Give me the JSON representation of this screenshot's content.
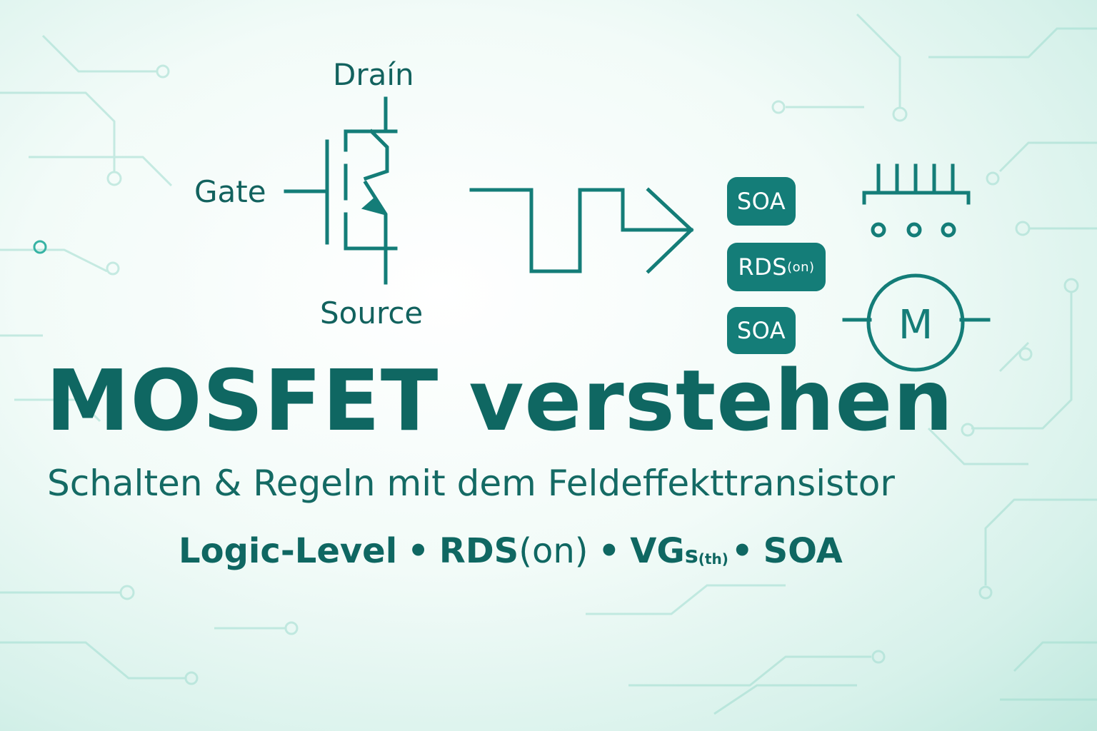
{
  "labels": {
    "drain": "Draín",
    "gate": "Gate",
    "source": "Source"
  },
  "badges": [
    {
      "text": "SOA",
      "sub": ""
    },
    {
      "text": "RDS",
      "sub": "(on)"
    },
    {
      "text": "SOA",
      "sub": ""
    }
  ],
  "motor_letter": "M",
  "title": "MOSFET verstehen",
  "subtitle": "Schalten & Regeln mit dem Feldeffekttransistor",
  "keywords": {
    "k1": "Logic-Level",
    "separator": "•",
    "k2_main": "RDS",
    "k2_paren": "(on)",
    "k3_main": "VG",
    "k3_small": "s",
    "k3_sub": "(th)",
    "k4": "SOA"
  },
  "colors": {
    "primary": "#147d78",
    "text": "#0f6762",
    "circuit_bg": "#8fd6c8"
  }
}
